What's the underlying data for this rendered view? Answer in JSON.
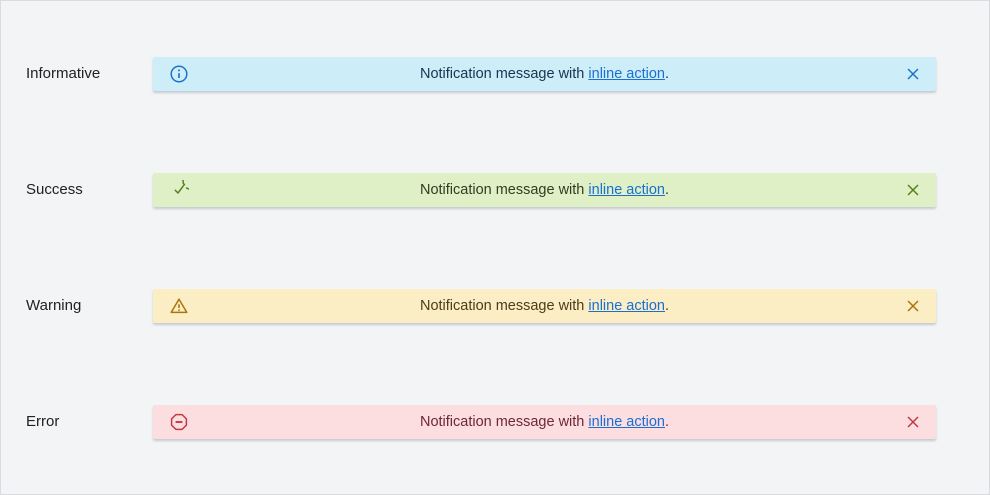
{
  "page": {
    "background": "#f3f4f6",
    "border_color": "#d9dbe0",
    "link_color": "#1a6fd2"
  },
  "notifications": [
    {
      "variant": "informative",
      "label": "Informative",
      "icon": "info-icon",
      "message_prefix": "Notification message with ",
      "link_text": "inline action",
      "message_suffix": ".",
      "close_icon": "close-icon",
      "colors": {
        "background": "#cdedf9",
        "accent": "#1d73c6",
        "text": "#17364f"
      }
    },
    {
      "variant": "success",
      "label": "Success",
      "icon": "success-icon",
      "message_prefix": "Notification message with ",
      "link_text": "inline action",
      "message_suffix": ".",
      "close_icon": "close-icon",
      "colors": {
        "background": "#dff0c7",
        "accent": "#588021",
        "text": "#333c21"
      }
    },
    {
      "variant": "warning",
      "label": "Warning",
      "icon": "warning-icon",
      "message_prefix": "Notification message with ",
      "link_text": "inline action",
      "message_suffix": ".",
      "close_icon": "close-icon",
      "colors": {
        "background": "#fbedc4",
        "accent": "#a8750f",
        "text": "#4f3b1a"
      }
    },
    {
      "variant": "error",
      "label": "Error",
      "icon": "error-icon",
      "message_prefix": "Notification message with ",
      "link_text": "inline action",
      "message_suffix": ".",
      "close_icon": "close-icon",
      "colors": {
        "background": "#fcdee1",
        "accent": "#c13843",
        "text": "#6e2833"
      }
    }
  ]
}
